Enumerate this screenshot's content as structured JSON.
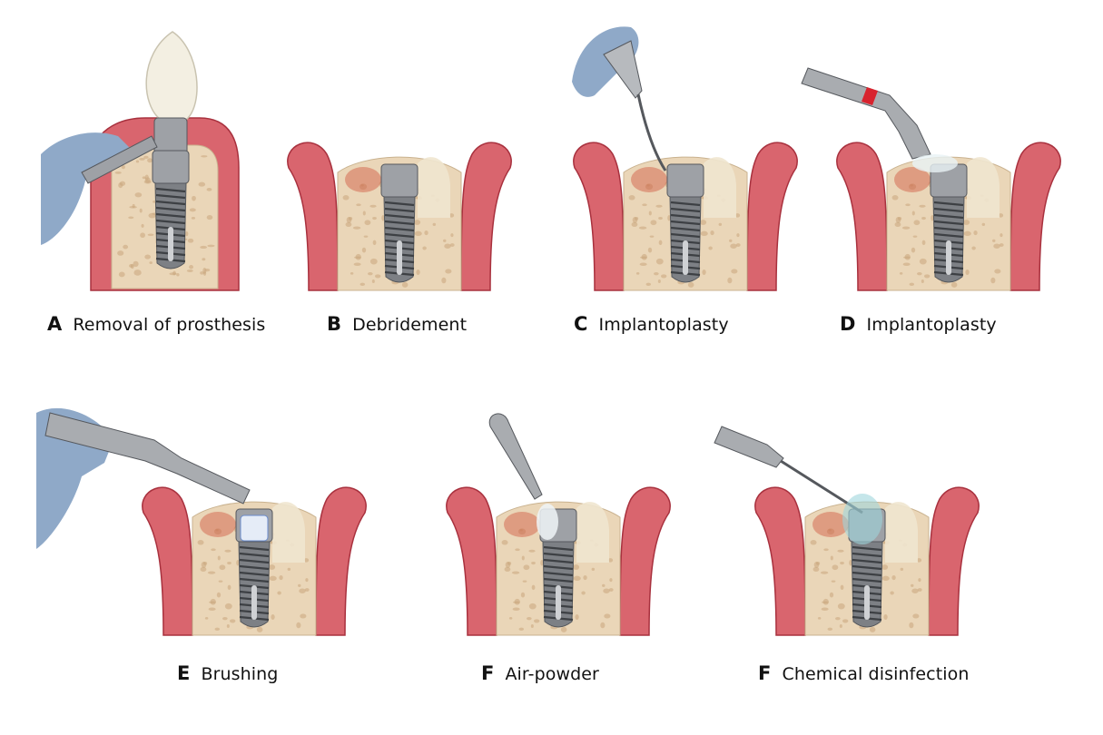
{
  "figure": {
    "panels": [
      {
        "letter": "A",
        "label": "Removal of prosthesis",
        "tool": "handpiece-removing-crown"
      },
      {
        "letter": "B",
        "label": "Debridement",
        "tool": "none"
      },
      {
        "letter": "C",
        "label": "Implantoplasty",
        "tool": "curette"
      },
      {
        "letter": "D",
        "label": "Implantoplasty",
        "tool": "contra-angle-handpiece"
      },
      {
        "letter": "E",
        "label": "Brushing",
        "tool": "rotary-brush-handpiece"
      },
      {
        "letter": "F",
        "label": "Air-powder",
        "tool": "air-powder-nozzle"
      },
      {
        "letter": "F",
        "label": "Chemical disinfection",
        "tool": "syringe-needle"
      }
    ]
  },
  "colors": {
    "gum": "#d9656e",
    "gum_light": "#ee9aa0",
    "gum_dark": "#a8313e",
    "bone": "#ead6b8",
    "bone_spot": "#c9a67c",
    "metal": "#9ea1a6",
    "metal_dark": "#55585d",
    "glove": "#8fa9c8",
    "crown": "#f3efe2",
    "inflamed": "#d0573f",
    "spray": "#9fd6dc",
    "band_red": "#d8232e"
  }
}
